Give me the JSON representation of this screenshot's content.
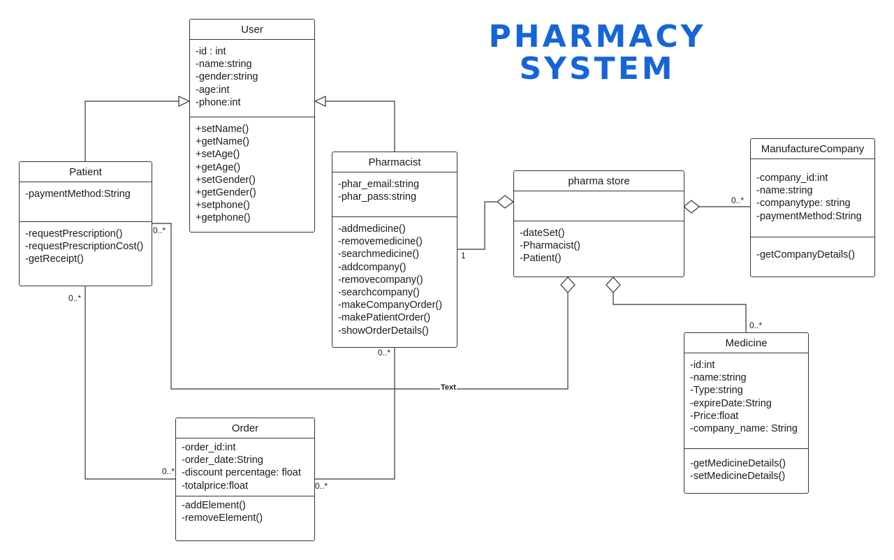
{
  "title": {
    "line1": "PHARMACY",
    "line2": "SYSTEM"
  },
  "classes": {
    "user": {
      "name": "User",
      "attributes": [
        "-id : int",
        "-name:string",
        "-gender:string",
        "-age:int",
        "-phone:int"
      ],
      "methods": [
        "+setName()",
        "+getName()",
        "+setAge()",
        "+getAge()",
        "+setGender()",
        "+getGender()",
        "+setphone()",
        "+getphone()"
      ]
    },
    "patient": {
      "name": "Patient",
      "attributes": [
        "-paymentMethod:String"
      ],
      "methods": [
        "-requestPrescription()",
        "-requestPrescriptionCost()",
        "-getReceipt()"
      ]
    },
    "pharmacist": {
      "name": "Pharmacist",
      "attributes": [
        "-phar_email:string",
        "-phar_pass:string"
      ],
      "methods": [
        "-addmedicine()",
        "-removemedicine()",
        "-searchmedicine()",
        "-addcompany()",
        "-removecompany()",
        "-searchcompany()",
        "-makeCompanyOrder()",
        "-makePatientOrder()",
        "-showOrderDetails()"
      ]
    },
    "pharma_store": {
      "name": "pharma store",
      "attributes": [],
      "methods": [
        "-dateSet()",
        "-Pharmacist()",
        "-Patient()"
      ]
    },
    "manufacture_company": {
      "name": "ManufactureCompany",
      "attributes": [
        "-company_id:int",
        "-name:string",
        "-companytype: string",
        "-paymentMethod:String"
      ],
      "methods": [
        "-getCompanyDetails()"
      ]
    },
    "medicine": {
      "name": "Medicine",
      "attributes": [
        "-id:int",
        "-name:string",
        "-Type:string",
        "-expireDate:String",
        "-Price:float",
        "-company_name: String"
      ],
      "methods": [
        "-getMedicineDetails()",
        "-setMedicineDetails()"
      ]
    },
    "order": {
      "name": "Order",
      "attributes": [
        "-order_id:int",
        "-order_date:String",
        "-discount percentage: float",
        "-totalprice:float"
      ],
      "methods": [
        "-addElement()",
        "-removeElement()"
      ]
    }
  },
  "multiplicities": {
    "patient_store": "0..*",
    "patient_order_top": "0..*",
    "patient_order_bottom": "0..*",
    "pharmacist_store": "1",
    "pharmacist_order_top": "0..*",
    "pharmacist_order_bottom": "0..*",
    "company_store": "0..*",
    "medicine_store": "0..*"
  },
  "edge_labels": {
    "patient_store": "Text"
  },
  "colors": {
    "title": "#1565d8",
    "line": "#333333",
    "background": "#ffffff"
  }
}
